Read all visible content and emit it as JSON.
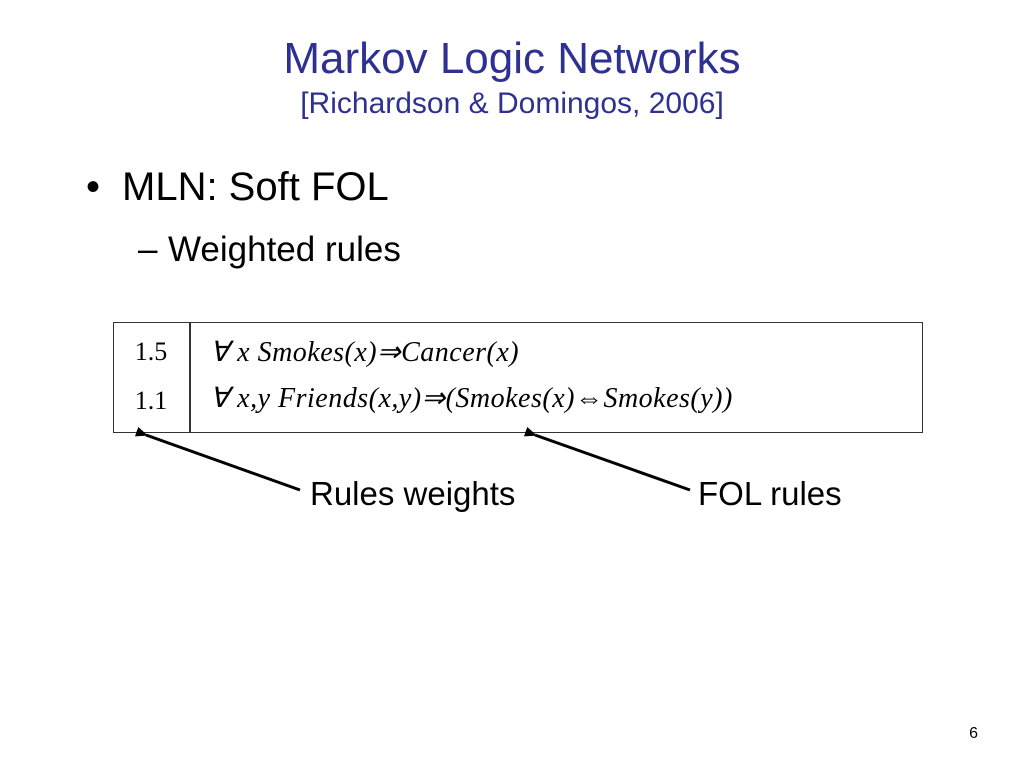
{
  "slide": {
    "title": "Markov Logic Networks",
    "subtitle": "[Richardson & Domingos, 2006]",
    "title_color": "#2E3192",
    "bullet_level1": {
      "marker": "•",
      "text": "MLN: Soft FOL"
    },
    "bullet_level2": {
      "marker": "–",
      "text": "Weighted rules"
    },
    "rules": [
      {
        "weight": "1.5",
        "formula": "∀ x Smokes(x)⇒Cancer(x)"
      },
      {
        "weight": "1.1",
        "formula": "∀ x,y Friends(x,y)⇒(Smokes(x)⇔Smokes(y))"
      }
    ],
    "annotations": {
      "weights_label": "Rules weights",
      "rules_label": "FOL rules"
    },
    "page_number": "6"
  }
}
